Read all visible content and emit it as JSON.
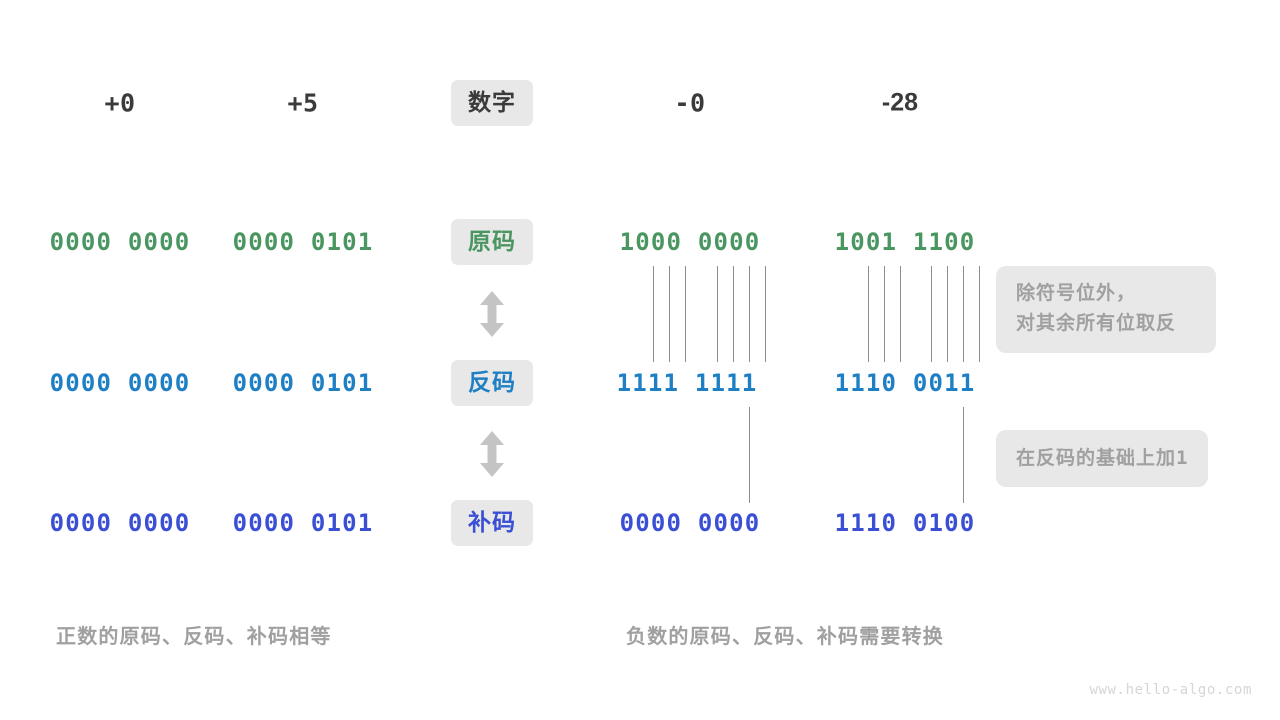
{
  "meta": {
    "watermark": "www.hello-algo.com",
    "colors": {
      "sign_magnitude": "#4a9660",
      "ones_complement": "#1f7fc4",
      "twos_complement": "#3a4fd4",
      "badge_bg": "#e8e8e8",
      "muted_text": "#a0a0a0",
      "header_text": "#3a3a3a",
      "connector_line": "#8d8d8d",
      "arrow": "#c4c4c4"
    }
  },
  "header": {
    "label_badge": "数字",
    "columns": [
      {
        "key": "pos_zero",
        "label": "+0"
      },
      {
        "key": "pos_five",
        "label": "+5"
      },
      {
        "key": "neg_zero",
        "label": "-0"
      },
      {
        "key": "neg_twentyeight",
        "label": "-28"
      }
    ]
  },
  "rows": [
    {
      "key": "sign_magnitude",
      "badge": "原码",
      "color": "#4a9660",
      "values": {
        "pos_zero": "0000 0000",
        "pos_five": "0000 0101",
        "neg_zero": "1000 0000",
        "neg_twentyeight": "1001 1100"
      }
    },
    {
      "key": "ones_complement",
      "badge": "反码",
      "color": "#1f7fc4",
      "values": {
        "pos_zero": "0000 0000",
        "pos_five": "0000 0101",
        "neg_zero": "1111 1111",
        "neg_twentyeight": "1110 0011"
      }
    },
    {
      "key": "twos_complement",
      "badge": "补码",
      "color": "#3a4fd4",
      "values": {
        "pos_zero": "0000 0000",
        "pos_five": "0000 0101",
        "neg_zero": "0000 0000",
        "neg_twentyeight": "1110 0100"
      }
    }
  ],
  "notes": {
    "invert_bits_line1": "除符号位外，",
    "invert_bits_line2": "对其余所有位取反",
    "add_one_text": "在反码的基础上加",
    "add_one_value": "1"
  },
  "captions": {
    "left": "正数的原码、反码、补码相等",
    "right": "负数的原码、反码、补码需要转换"
  }
}
